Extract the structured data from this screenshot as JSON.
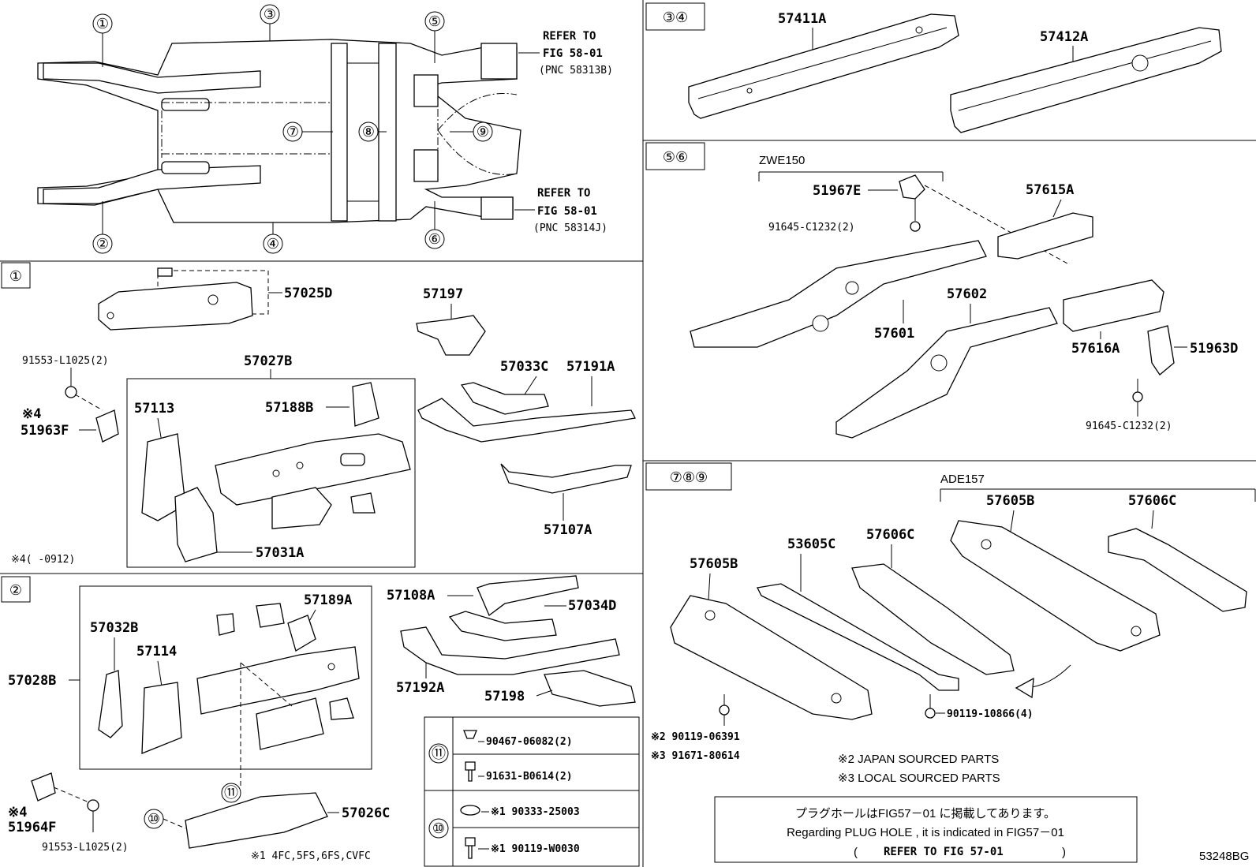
{
  "title_code": "53248BG",
  "overview": {
    "callouts": [
      "①",
      "②",
      "③",
      "④",
      "⑤",
      "⑥",
      "⑦",
      "⑧",
      "⑨"
    ],
    "refer_top": [
      "REFER TO",
      "FIG 58-01",
      "(PNC 58313B)"
    ],
    "refer_bottom": [
      "REFER TO",
      "FIG 58-01",
      "(PNC 58314J)"
    ]
  },
  "section1": {
    "tag": "①",
    "parts": {
      "p57025D": "57025D",
      "p57197": "57197",
      "p57027B": "57027B",
      "p57033C": "57033C",
      "p57191A": "57191A",
      "p91553": "91553-L1025(2)",
      "p57113": "57113",
      "p57188B": "57188B",
      "star4": "※4",
      "p51963F": "51963F",
      "p57107A": "57107A",
      "p57031A": "57031A",
      "note4": "※4(    -0912)"
    }
  },
  "section2": {
    "tag": "②",
    "parts": {
      "p57108A": "57108A",
      "p57034D": "57034D",
      "p57189A": "57189A",
      "p57032B": "57032B",
      "p57114": "57114",
      "p57028B": "57028B",
      "p57192A": "57192A",
      "p57198": "57198",
      "star4": "※4",
      "p51964F": "51964F",
      "p91553": "91553-L1025(2)",
      "p57026C": "57026C",
      "note1": "※1 4FC,5FS,6FS,CVFC"
    },
    "callout10": "⑩",
    "callout11": "⑪"
  },
  "fastener_table": {
    "rows": [
      {
        "group": "⑪",
        "text": "90467-06082(2)"
      },
      {
        "group": "⑪",
        "text": "91631-B0614(2)"
      },
      {
        "group": "⑩",
        "text": "※1 90333-25003"
      },
      {
        "group": "⑩",
        "text": "※1 90119-W0030"
      }
    ]
  },
  "section34": {
    "tag": "③④",
    "p57411A": "57411A",
    "p57412A": "57412A"
  },
  "section56": {
    "tag": "⑤⑥",
    "variant": "ZWE150",
    "p51967E": "51967E",
    "p57615A": "57615A",
    "p91645a": "91645-C1232(2)",
    "p57602": "57602",
    "p57601": "57601",
    "p57616A": "57616A",
    "p51963D": "51963D",
    "p91645b": "91645-C1232(2)"
  },
  "section789": {
    "tag": "⑦⑧⑨",
    "variant": "ADE157",
    "p57605B_r": "57605B",
    "p57606C_r": "57606C",
    "p53605C": "53605C",
    "p57606C_l": "57606C",
    "p57605B_l": "57605B",
    "p90119_10866": "90119-10866(4)",
    "s2": "※2 90119-06391",
    "s3": "※3 91671-80614",
    "japan": "※2 JAPAN SOURCED PARTS",
    "local": "※3 LOCAL SOURCED PARTS",
    "plug_jp": "プラグホールはFIG57－01 に掲載してあります。",
    "plug_en": "Regarding PLUG HOLE , it is indicated in FIG57－01",
    "plug_ref_open": "(",
    "plug_ref": "REFER TO FIG 57-01",
    "plug_ref_close": ")"
  }
}
